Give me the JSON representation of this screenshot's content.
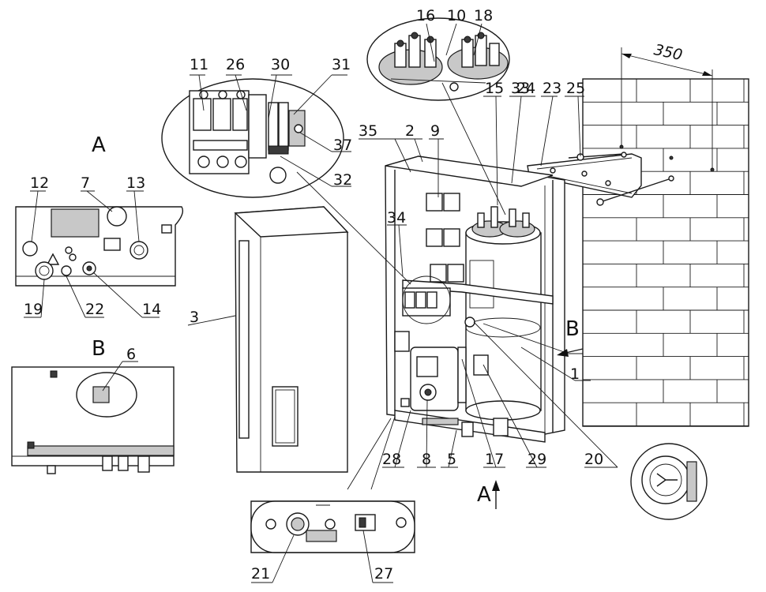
{
  "view_labels": {
    "view_a_title": "A",
    "view_b_title": "B",
    "arrow_a": "A",
    "arrow_b": "B"
  },
  "dimension": "350",
  "callouts": {
    "c1": "1",
    "c2": "2",
    "c3": "3",
    "c5": "5",
    "c6": "6",
    "c7": "7",
    "c8": "8",
    "c9": "9",
    "c10": "10",
    "c11": "11",
    "c12": "12",
    "c13": "13",
    "c14": "14",
    "c15": "15",
    "c16": "16",
    "c17": "17",
    "c18": "18",
    "c19": "19",
    "c20": "20",
    "c21": "21",
    "c22": "22",
    "c23": "23",
    "c24": "24",
    "c25": "25",
    "c26": "26",
    "c27": "27",
    "c28": "28",
    "c29": "29",
    "c30": "30",
    "c31": "31",
    "c32": "32",
    "c33": "33",
    "c34": "34",
    "c35": "35",
    "c37": "37"
  }
}
